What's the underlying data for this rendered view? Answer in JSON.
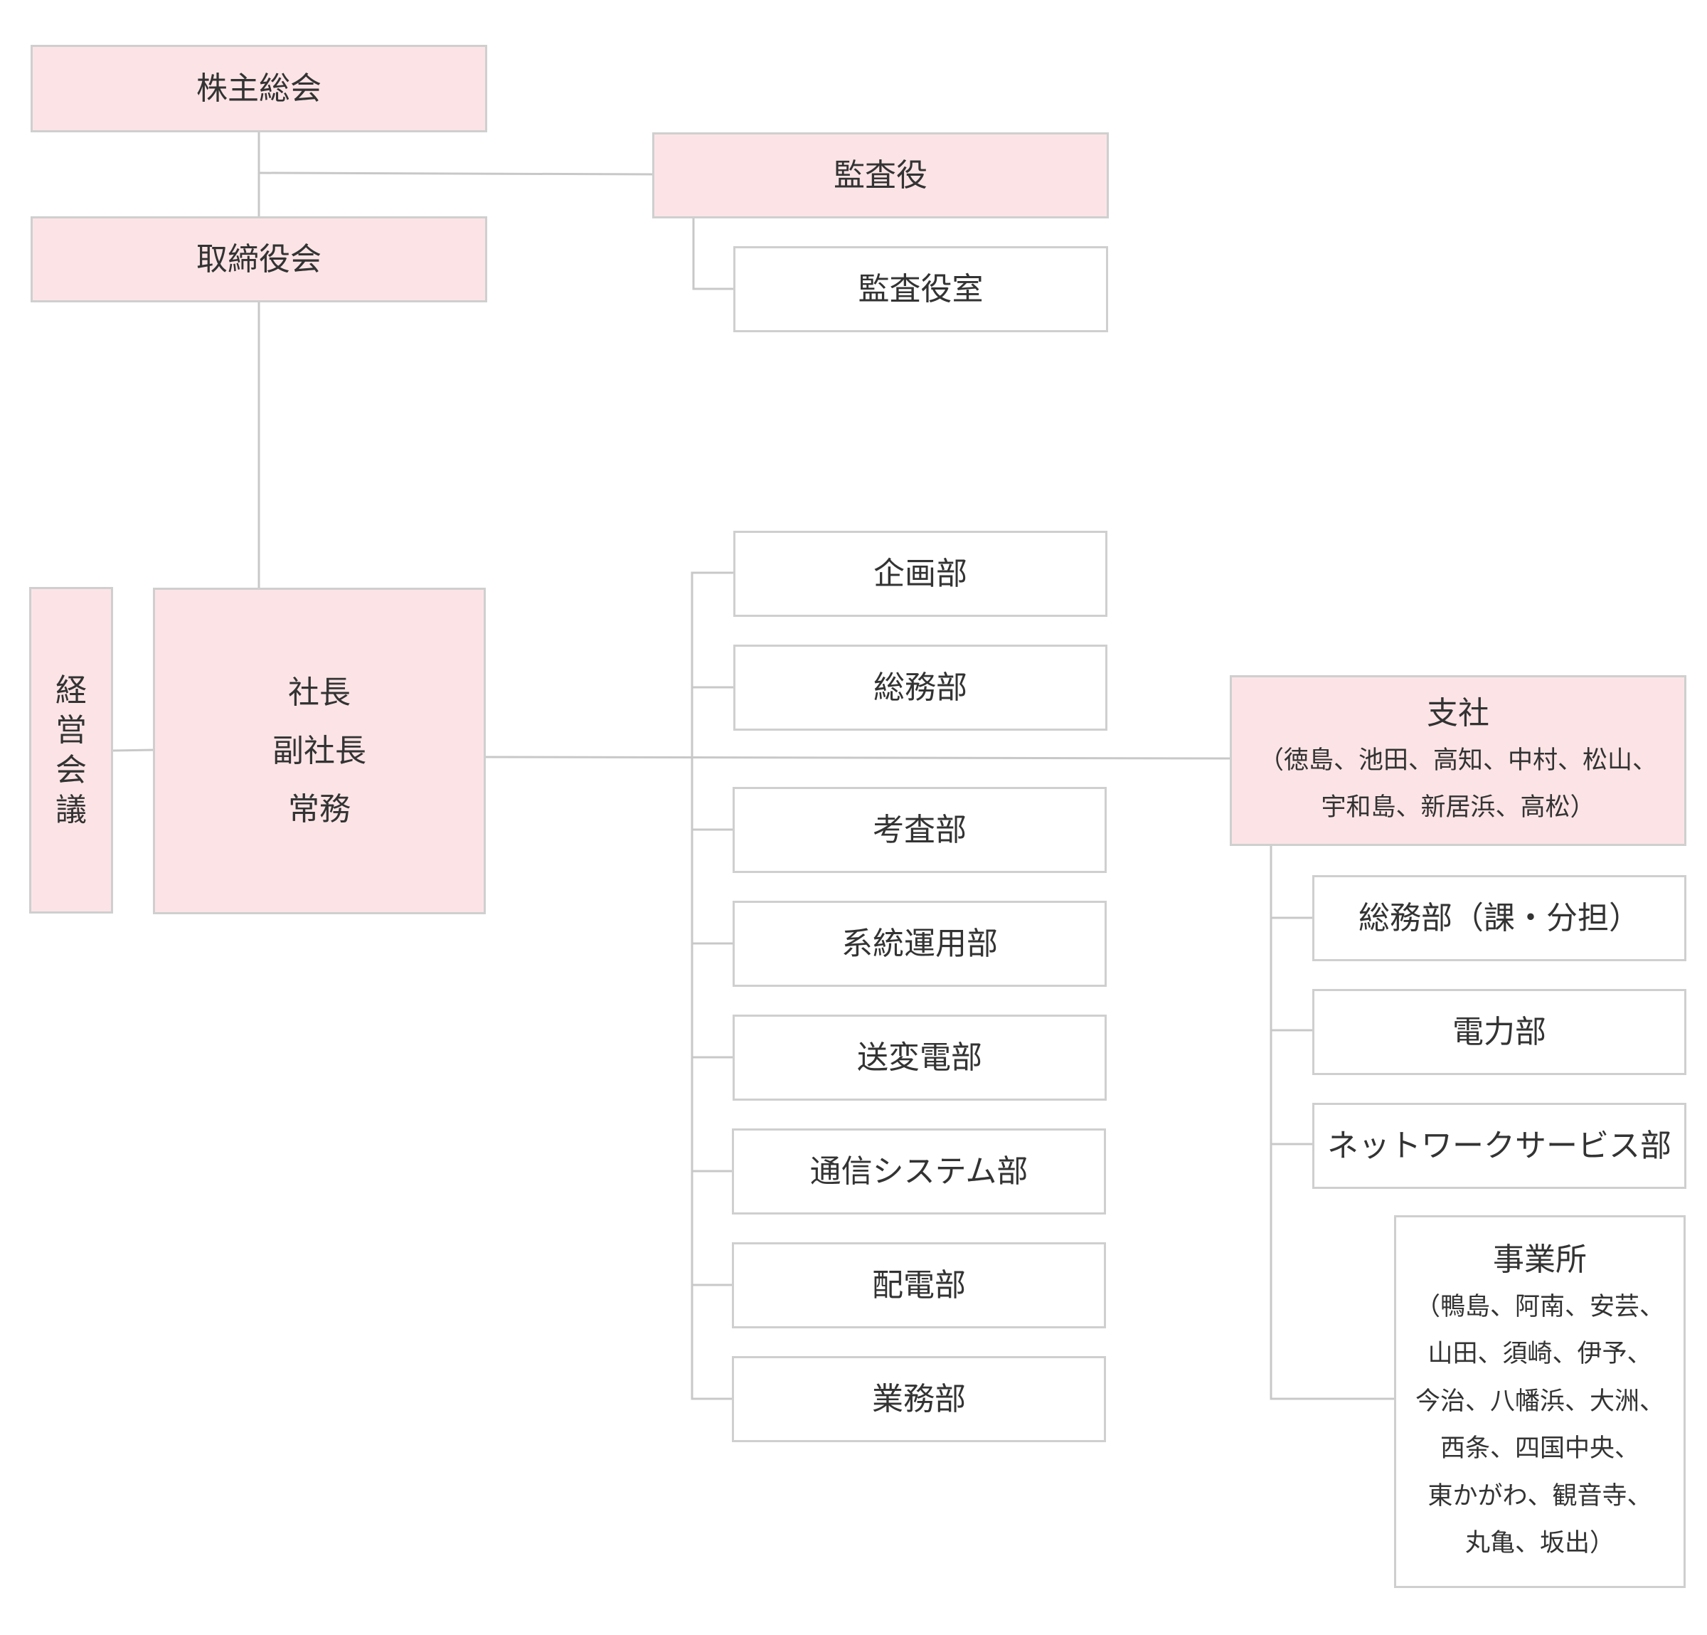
{
  "nodes": {
    "shareholders": "株主総会",
    "auditor": "監査役",
    "auditor_office": "監査役室",
    "board": "取締役会",
    "management_council": [
      "経",
      "営",
      "会",
      "議"
    ],
    "executives": [
      "社長",
      "副社長",
      "常務"
    ],
    "departments": [
      "企画部",
      "総務部",
      "考査部",
      "系統運用部",
      "送変電部",
      "通信システム部",
      "配電部",
      "業務部"
    ],
    "branch": {
      "title": "支社",
      "sub": [
        "（徳島、池田、高知、中村、松山、",
        "宇和島、新居浜、高松）"
      ]
    },
    "branch_units": [
      "総務部（課・分担）",
      "電力部",
      "ネットワークサービス部"
    ],
    "offices": {
      "title": "事業所",
      "sub": [
        "（鴨島、阿南、安芸、",
        "山田、須崎、伊予、",
        "今治、八幡浜、大洲、",
        "西条、四国中央、",
        "東かがわ、観音寺、",
        "丸亀、坂出）"
      ]
    }
  },
  "colors": {
    "pink_fill": "#fce4e6",
    "white_fill": "#ffffff",
    "border": "#cfcfcf",
    "connector": "#c8c8c8",
    "text": "#333333"
  }
}
